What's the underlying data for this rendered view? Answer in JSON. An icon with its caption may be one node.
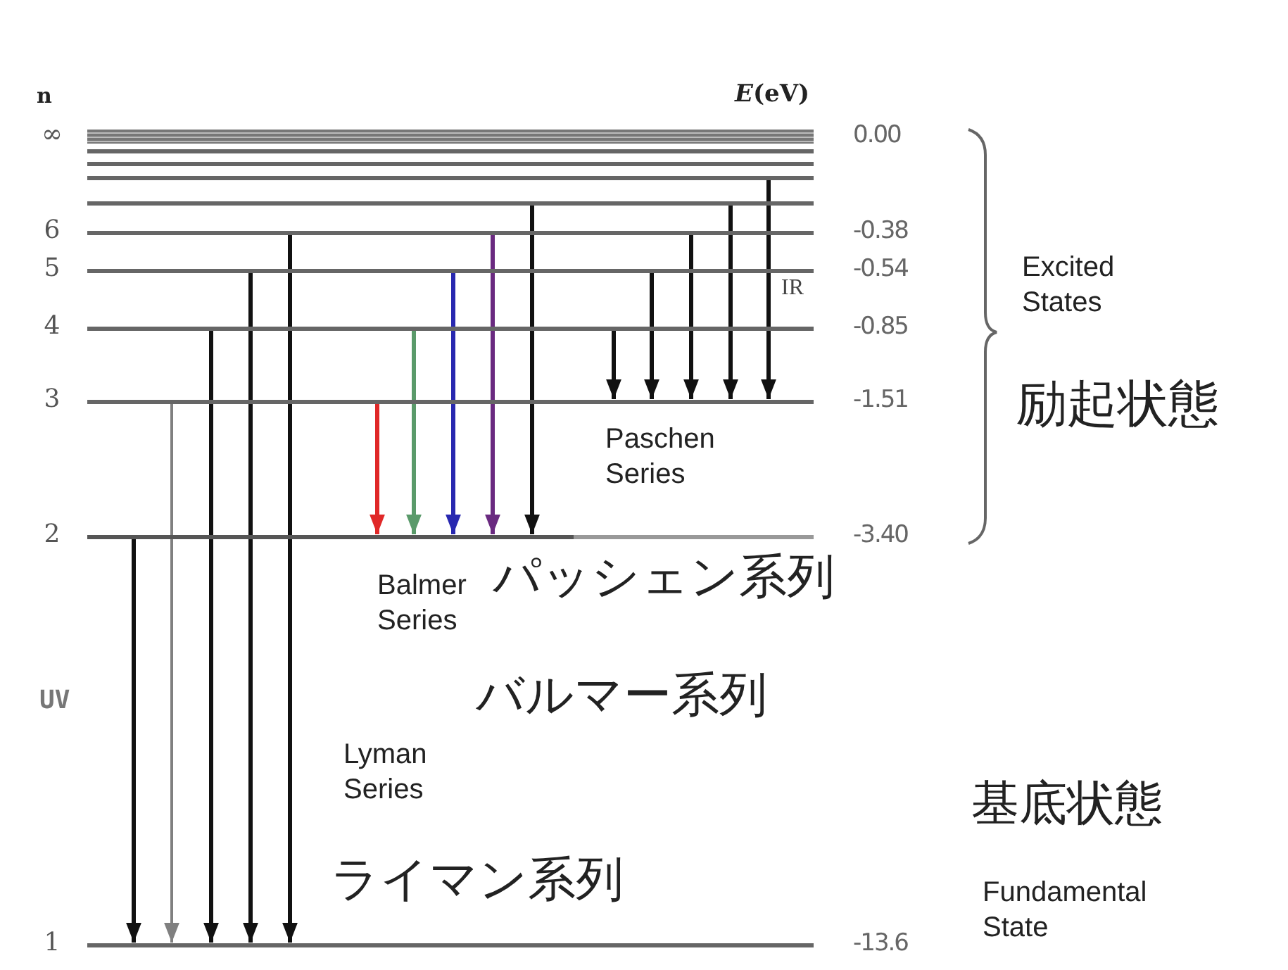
{
  "diagram": {
    "nodes": [
      {
        "text": [],
        "shape": "line",
        "beside": [
          "∞",
          "0.00"
        ]
      },
      {
        "text": [],
        "shape": "line"
      },
      {
        "text": [],
        "shape": "line"
      },
      {
        "text": [],
        "shape": "line"
      },
      {
        "text": [],
        "shape": "line"
      },
      {
        "text": [],
        "shape": "line",
        "beside": [
          "6",
          "-0.38"
        ]
      },
      {
        "text": [],
        "shape": "line",
        "beside": [
          "5",
          "-0.54"
        ]
      },
      {
        "text": [],
        "shape": "line",
        "beside": [
          "4",
          "-0.85"
        ]
      },
      {
        "text": [],
        "shape": "line",
        "beside": [
          "3",
          "-1.51"
        ]
      },
      {
        "text": [],
        "shape": "line",
        "beside": [
          "2",
          "-3.40"
        ]
      },
      {
        "text": [],
        "shape": "line",
        "beside": [
          "1",
          "-13.6"
        ]
      }
    ],
    "edges": [
      {
        "from": 9,
        "to": 10,
        "arrow": "to"
      },
      {
        "from": 8,
        "to": 10,
        "arrow": "to",
        "color": "#808080"
      },
      {
        "from": 7,
        "to": 10,
        "arrow": "to"
      },
      {
        "from": 6,
        "to": 10,
        "arrow": "to"
      },
      {
        "from": 5,
        "to": 10,
        "arrow": "to"
      },
      {
        "from": 8,
        "to": 9,
        "arrow": "to",
        "color": "#e02828"
      },
      {
        "from": 7,
        "to": 9,
        "arrow": "to",
        "color": "#5a9a6a"
      },
      {
        "from": 6,
        "to": 9,
        "arrow": "to",
        "color": "#2828b0"
      },
      {
        "from": 5,
        "to": 9,
        "arrow": "to",
        "color": "#6a2a80"
      },
      {
        "from": 4,
        "to": 9,
        "arrow": "to"
      },
      {
        "from": 7,
        "to": 8,
        "arrow": "to"
      },
      {
        "from": 6,
        "to": 8,
        "arrow": "to"
      },
      {
        "from": 5,
        "to": 8,
        "arrow": "to"
      },
      {
        "from": 4,
        "to": 8,
        "arrow": "to"
      },
      {
        "from": 3,
        "to": 8,
        "arrow": "to"
      }
    ],
    "labels": [
      "n",
      "*E*(eV)",
      "IR",
      "Excited States",
      "励起状態",
      "Paschen Series",
      "Balmer Series",
      "パッシェン系列",
      "UV",
      "バルマー系列",
      "Lyman Series",
      "基底状態",
      "ライマン系列",
      "Fundamental State"
    ]
  }
}
